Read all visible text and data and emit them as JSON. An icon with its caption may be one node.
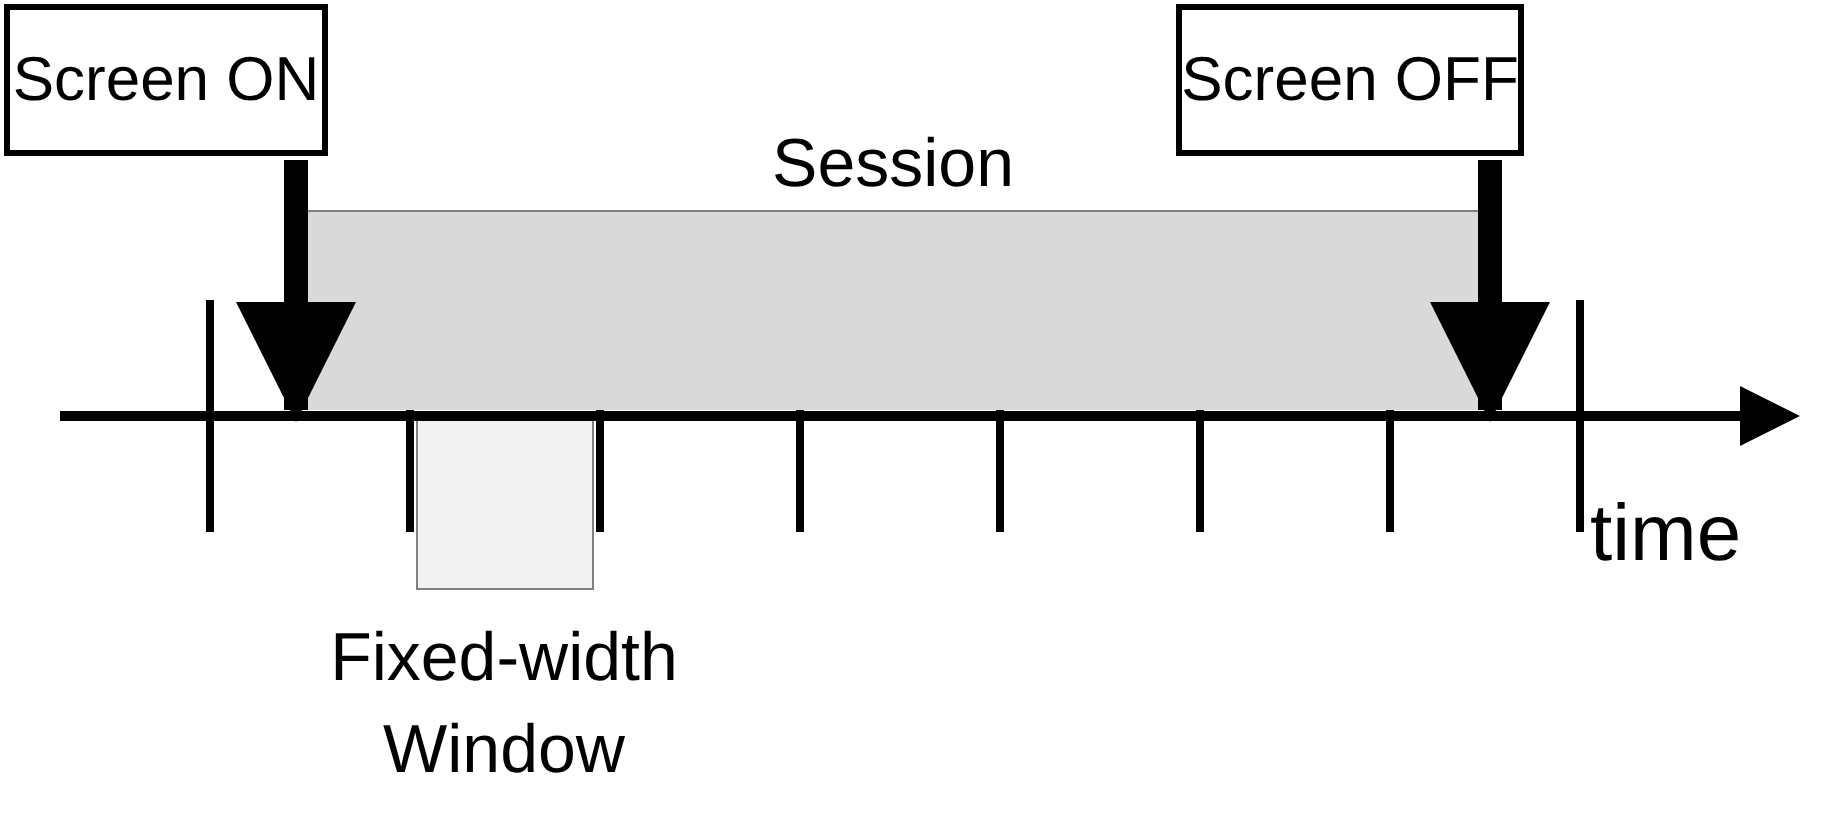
{
  "diagram": {
    "nodes": [
      {
        "text": [
          "Screen ON"
        ]
      },
      {
        "text": [
          "Screen OFF"
        ]
      },
      {
        "text": [
          "Session"
        ]
      },
      {
        "text": [
          "Fixed-width Window"
        ]
      }
    ],
    "edges": [
      {
        "from": 0,
        "to": 2,
        "arrow": "to"
      },
      {
        "from": 1,
        "to": 2,
        "arrow": "to"
      }
    ],
    "labels": [
      "time"
    ]
  }
}
